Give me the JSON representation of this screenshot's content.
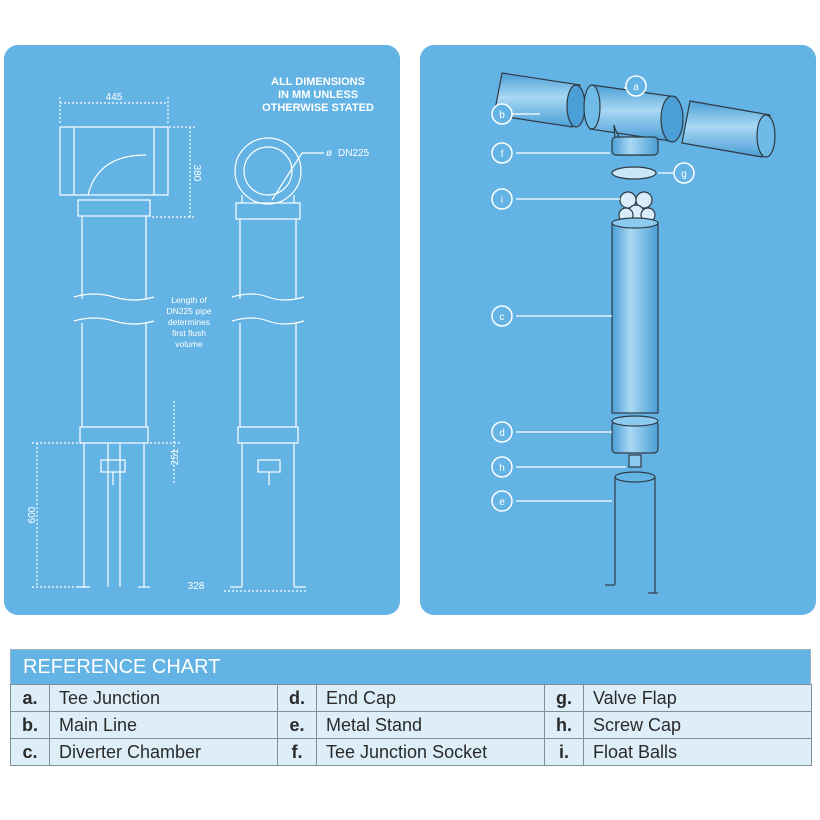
{
  "left_panel": {
    "note": [
      "ALL DIMENSIONS",
      "IN MM UNLESS",
      "OTHERWISE STATED"
    ],
    "dimensions": {
      "width_top": "445",
      "height_tee": "380",
      "pipe_dn": "DN225",
      "height_stand_upper": "251",
      "height_stand": "600",
      "width_stand": "328"
    },
    "pipe_note": [
      "Length of",
      "DN225 pipe",
      "determines",
      "first flush",
      "volume"
    ]
  },
  "right_panel": {
    "callouts": [
      {
        "key": "a"
      },
      {
        "key": "b"
      },
      {
        "key": "f"
      },
      {
        "key": "g"
      },
      {
        "key": "i"
      },
      {
        "key": "c"
      },
      {
        "key": "d"
      },
      {
        "key": "h"
      },
      {
        "key": "e"
      }
    ]
  },
  "reference_chart": {
    "title": "REFERENCE CHART",
    "rows": [
      [
        {
          "key": "a.",
          "label": "Tee Junction"
        },
        {
          "key": "d.",
          "label": "End Cap"
        },
        {
          "key": "g.",
          "label": "Valve Flap"
        }
      ],
      [
        {
          "key": "b.",
          "label": "Main Line"
        },
        {
          "key": "e.",
          "label": "Metal Stand"
        },
        {
          "key": "h.",
          "label": "Screw Cap"
        }
      ],
      [
        {
          "key": "c.",
          "label": "Diverter Chamber"
        },
        {
          "key": "f.",
          "label": "Tee Junction Socket"
        },
        {
          "key": "i.",
          "label": "Float Balls"
        }
      ]
    ]
  },
  "colors": {
    "panel_blue": "#63b3e4",
    "cell_bg": "#ddeef9",
    "line": "#ffffff"
  }
}
